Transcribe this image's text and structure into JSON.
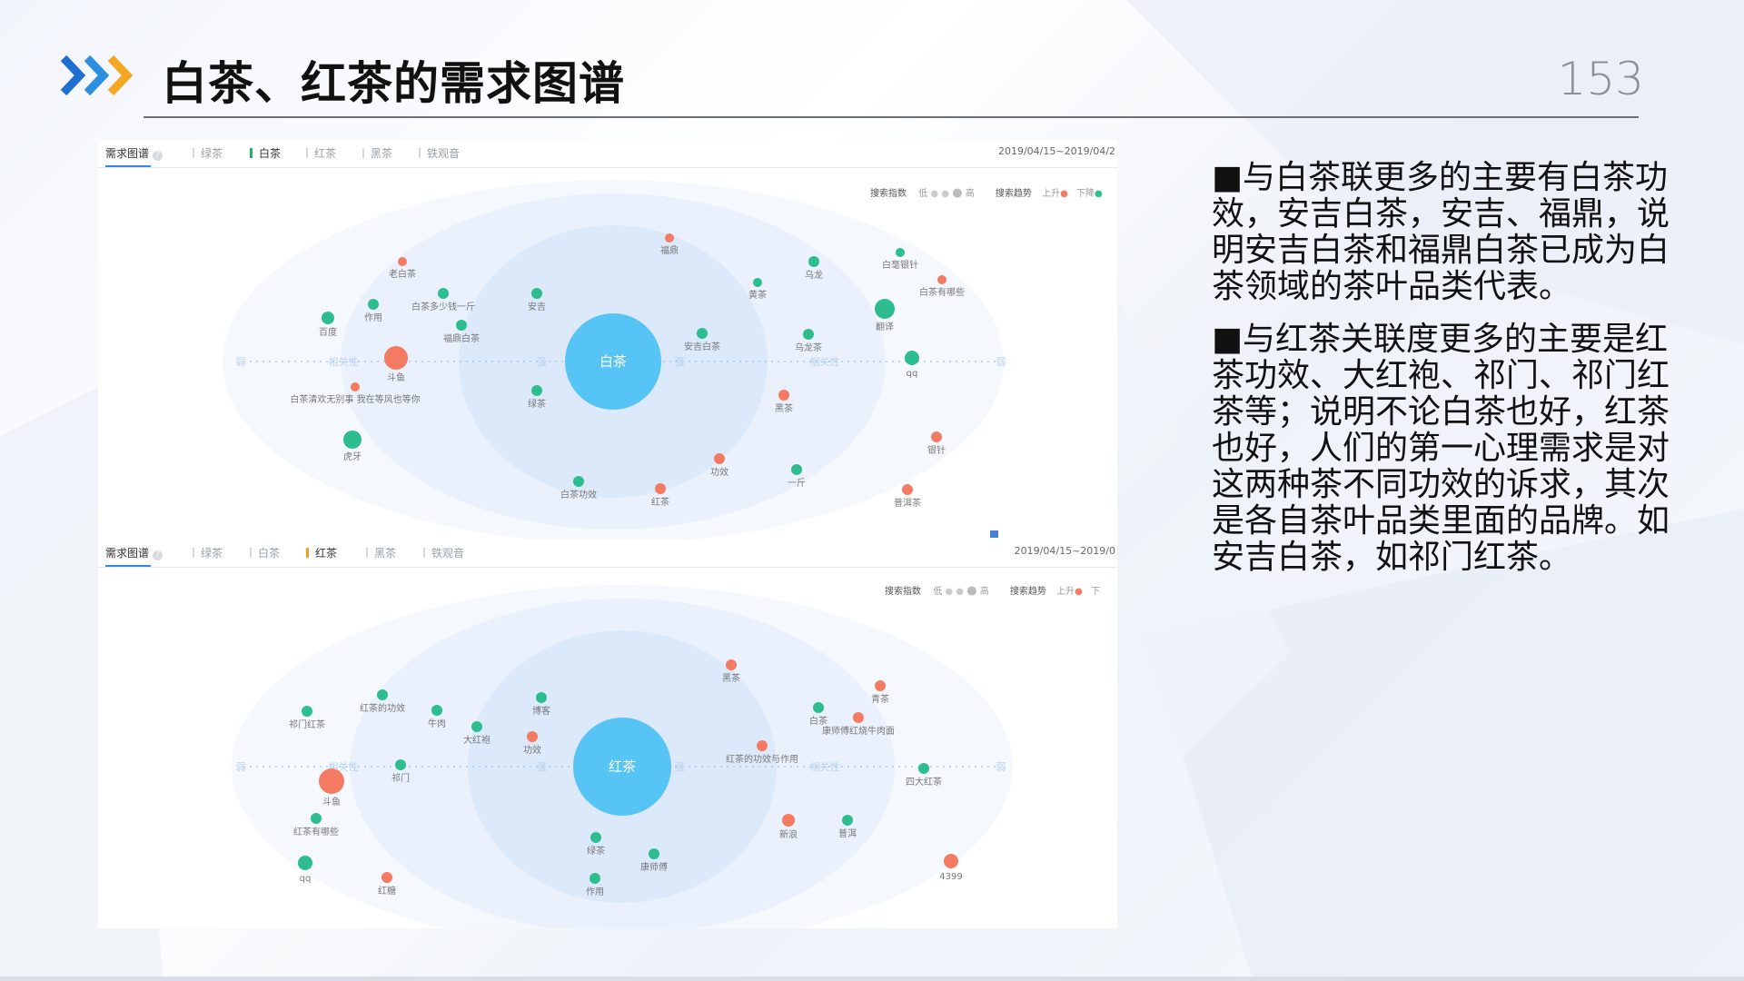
{
  "slide": {
    "title": "白茶、红茶的需求图谱",
    "page_number": "153",
    "accent_blue": "#1e6fd0",
    "accent_orange": "#f5a623"
  },
  "panels": [
    {
      "tabs": [
        "需求图谱",
        "绿茶",
        "白茶",
        "红茶",
        "黑茶",
        "铁观音"
      ],
      "selected_tab": "白茶",
      "date_range": "2019/04/15~2019/04/2",
      "legend": {
        "index_label": "搜索指数",
        "low": "低",
        "high": "高",
        "trend_label": "搜索趋势",
        "up": "上升",
        "down": "下降"
      },
      "axis": {
        "weak": "弱",
        "relevance": "相关性",
        "strong": "强"
      },
      "center": "白茶",
      "nodes": [
        {
          "label": "福鼎",
          "trend": "up"
        },
        {
          "label": "老白茶",
          "trend": "up"
        },
        {
          "label": "白茶多少钱一斤",
          "trend": "down"
        },
        {
          "label": "安吉",
          "trend": "down"
        },
        {
          "label": "黄茶",
          "trend": "down"
        },
        {
          "label": "乌龙",
          "trend": "down"
        },
        {
          "label": "白毫银针",
          "trend": "down"
        },
        {
          "label": "白茶有哪些",
          "trend": "up"
        },
        {
          "label": "作用",
          "trend": "down"
        },
        {
          "label": "百度",
          "trend": "down"
        },
        {
          "label": "福鼎白茶",
          "trend": "down"
        },
        {
          "label": "翻译",
          "trend": "down"
        },
        {
          "label": "安吉白茶",
          "trend": "down"
        },
        {
          "label": "乌龙茶",
          "trend": "down"
        },
        {
          "label": "斗鱼",
          "trend": "up"
        },
        {
          "label": "qq",
          "trend": "down"
        },
        {
          "label": "白茶清欢无别事 我在等风也等你",
          "trend": "up"
        },
        {
          "label": "绿茶",
          "trend": "down"
        },
        {
          "label": "黑茶",
          "trend": "up"
        },
        {
          "label": "虎牙",
          "trend": "down"
        },
        {
          "label": "银针",
          "trend": "up"
        },
        {
          "label": "功效",
          "trend": "up"
        },
        {
          "label": "一斤",
          "trend": "down"
        },
        {
          "label": "白茶功效",
          "trend": "down"
        },
        {
          "label": "红茶",
          "trend": "up"
        },
        {
          "label": "普洱茶",
          "trend": "up"
        }
      ]
    },
    {
      "tabs": [
        "需求图谱",
        "绿茶",
        "白茶",
        "红茶",
        "黑茶",
        "铁观音"
      ],
      "selected_tab": "红茶",
      "date_range": "2019/04/15~2019/0",
      "legend": {
        "index_label": "搜索指数",
        "low": "低",
        "high": "高",
        "trend_label": "搜索趋势",
        "up": "上升",
        "down": "下"
      },
      "axis": {
        "weak": "弱",
        "relevance": "相关性",
        "strong": "强"
      },
      "center": "红茶",
      "nodes": [
        {
          "label": "黑茶",
          "trend": "up"
        },
        {
          "label": "青茶",
          "trend": "up"
        },
        {
          "label": "红茶的功效",
          "trend": "down"
        },
        {
          "label": "博客",
          "trend": "down"
        },
        {
          "label": "祁门红茶",
          "trend": "down"
        },
        {
          "label": "牛肉",
          "trend": "down"
        },
        {
          "label": "白茶",
          "trend": "down"
        },
        {
          "label": "康师傅红烧牛肉面",
          "trend": "up"
        },
        {
          "label": "大红袍",
          "trend": "down"
        },
        {
          "label": "功效",
          "trend": "up"
        },
        {
          "label": "红茶的功效与作用",
          "trend": "up"
        },
        {
          "label": "祁门",
          "trend": "down"
        },
        {
          "label": "斗鱼",
          "trend": "up"
        },
        {
          "label": "四大红茶",
          "trend": "down"
        },
        {
          "label": "红茶有哪些",
          "trend": "down"
        },
        {
          "label": "新浪",
          "trend": "up"
        },
        {
          "label": "普洱",
          "trend": "down"
        },
        {
          "label": "绿茶",
          "trend": "down"
        },
        {
          "label": "康师傅",
          "trend": "down"
        },
        {
          "label": "qq",
          "trend": "down"
        },
        {
          "label": "红糖",
          "trend": "up"
        },
        {
          "label": "作用",
          "trend": "down"
        },
        {
          "label": "4399",
          "trend": "up"
        }
      ]
    }
  ],
  "right_text": {
    "p1": "■与白茶联更多的主要有白茶功效，安吉白茶，安吉、福鼎，说明安吉白茶和福鼎白茶已成为白茶领域的茶叶品类代表。",
    "p2": "■与红茶关联度更多的主要是红茶功效、大红袍、祁门、祁门红茶等；说明不论白茶也好，红茶也好，人们的第一心理需求是对这两种茶不同功效的诉求，其次是各自茶叶品类里面的品牌。如安吉白茶，如祁门红茶。"
  },
  "colors": {
    "up": "#f47a62",
    "down": "#2dbd8e",
    "center": "#56c4f4"
  }
}
